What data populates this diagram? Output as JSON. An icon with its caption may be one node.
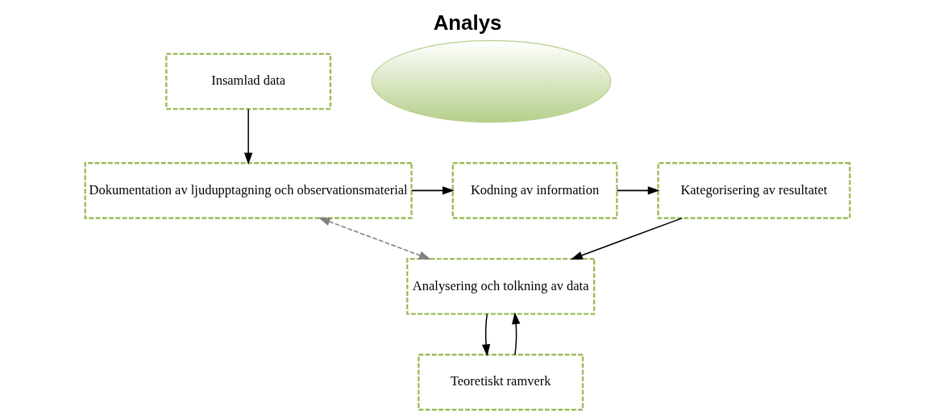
{
  "diagram": {
    "title": "Analys",
    "nodes": [
      {
        "text": [
          "Insamlad data"
        ]
      },
      {
        "text": [
          "Dokumentation av ljudupptagning och observationsmaterial"
        ]
      },
      {
        "text": [
          "Kodning av information"
        ]
      },
      {
        "text": [
          "Kategorisering av resultatet"
        ]
      },
      {
        "text": [
          "Analysering och tolkning av data"
        ]
      },
      {
        "text": [
          "Teoretiskt ramverk"
        ]
      },
      {
        "text": [],
        "shape": "ellipse"
      }
    ],
    "edges": [
      {
        "from": 0,
        "to": 1,
        "arrow": "to"
      },
      {
        "from": 1,
        "to": 2,
        "arrow": "to"
      },
      {
        "from": 2,
        "to": 3,
        "arrow": "to"
      },
      {
        "from": 3,
        "to": 4,
        "arrow": "to"
      },
      {
        "from": 1,
        "to": 4,
        "arrow": "both",
        "style": "dashed",
        "color": "#808080"
      },
      {
        "from": 4,
        "to": 5,
        "arrow": "to"
      },
      {
        "from": 5,
        "to": 4,
        "arrow": "to"
      }
    ]
  }
}
